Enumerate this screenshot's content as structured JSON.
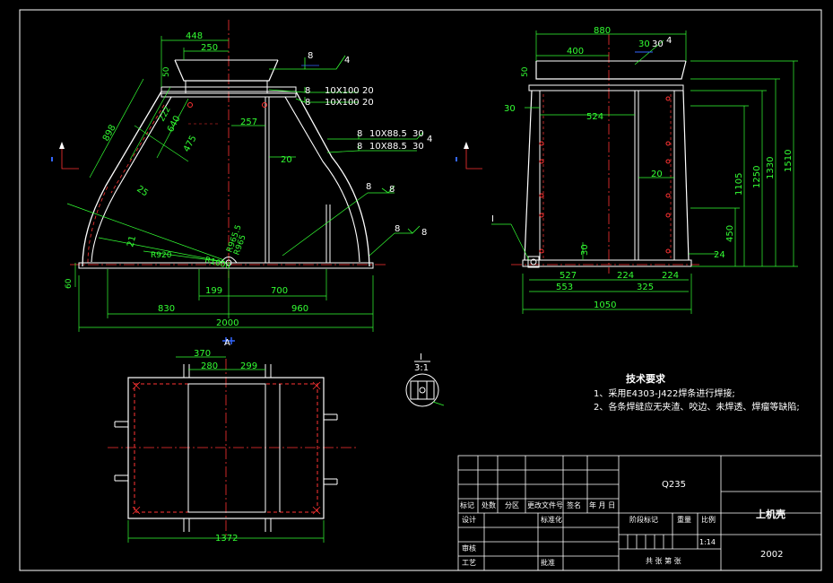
{
  "front_view": {
    "dims": {
      "top_448": "448",
      "top_250": "250",
      "a_50": "50",
      "slant_898": "898",
      "slant_640": "640",
      "slant_475": "475",
      "slant_222": "222",
      "ang_25": "25",
      "ang_21": "21",
      "r_920": "R920",
      "r_1000": "R1000",
      "r_965": "R965",
      "r_965_5": "R965.5",
      "mid_257": "257",
      "mid_20": "20",
      "bot_60": "60",
      "bot_199": "199",
      "bot_700": "700",
      "bot_830": "830",
      "bot_960": "960",
      "bot_2000": "2000"
    },
    "weld_notes": [
      {
        "num": "8",
        "val": "4"
      },
      {
        "num": "8",
        "size": "10X100",
        "len": "20"
      },
      {
        "num": "8",
        "size": "10X100",
        "len": "20"
      },
      {
        "num": "8",
        "size": "10X88.5",
        "len": "30",
        "val": "4"
      },
      {
        "num": "8",
        "size": "10X88.5",
        "len": "30"
      },
      {
        "num": "8",
        "val": "8"
      },
      {
        "num": "8",
        "val": "8"
      }
    ]
  },
  "side_view": {
    "dims": {
      "top_880": "880",
      "top_400": "400",
      "w_30": "30",
      "w_30b": "30",
      "w_4": "4",
      "a_50": "50",
      "l_30": "30",
      "l_524": "524",
      "mid_20": "20",
      "h_1105": "1105",
      "h_1250": "1250",
      "h_1330": "1330",
      "h_1510": "1510",
      "h_450": "450",
      "h_30": "30",
      "w_24": "24",
      "b_527": "527",
      "b_224a": "224",
      "b_224b": "224",
      "b_553": "553",
      "b_325": "325",
      "b_1050": "1050"
    },
    "label_i": "I"
  },
  "top_view": {
    "dims": {
      "d_370": "370",
      "d_280": "280",
      "d_299": "299",
      "d_1372": "1372"
    },
    "label_a": "A"
  },
  "detail": {
    "label": "I",
    "scale": "3:1"
  },
  "tech_req": {
    "title": "技术要求",
    "line1": "1、采用E4303-J422焊条进行焊接;",
    "line2": "2、各条焊缝应无夹渣、咬边、未焊透、焊瘤等缺陷;"
  },
  "title_block": {
    "material": "Q235",
    "part_name": "上机壳",
    "drawing_no": "2002",
    "h_biaoji": "标记",
    "h_chushu": "处数",
    "h_fenqu": "分区",
    "h_gengai": "更改文件号",
    "h_qianming": "签名",
    "h_date": "年 月 日",
    "r_sheji": "设计",
    "r_biaozhunhua": "标准化",
    "r_shenhe": "审核",
    "r_gongyi": "工艺",
    "r_pizhun": "批准",
    "h_jieduan": "阶段标记",
    "h_zhongliang": "重量",
    "h_bili": "比例",
    "scale": "1:14",
    "sheets": "共 张   第 张"
  }
}
